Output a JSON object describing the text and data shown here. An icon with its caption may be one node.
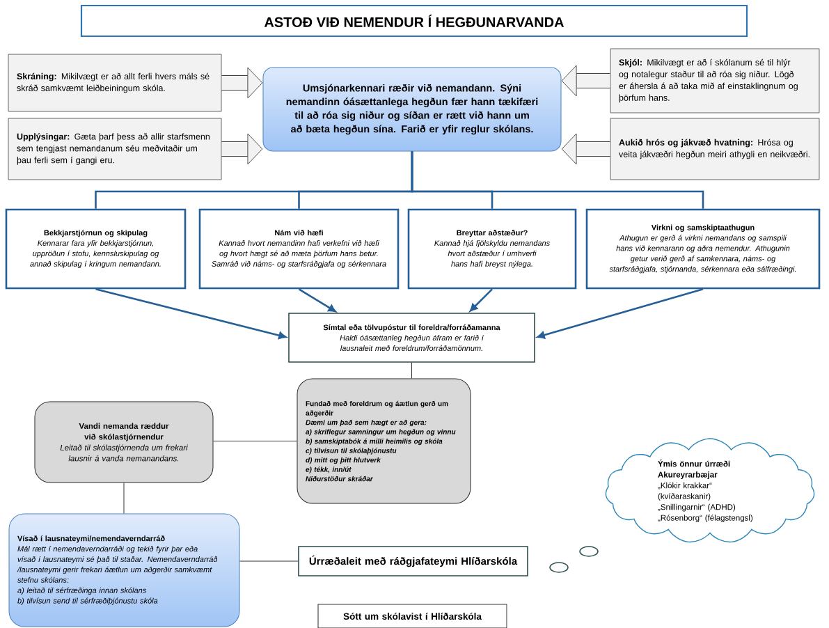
{
  "diagram": {
    "title": "ASTOÐ VIÐ NEMENDUR Í HEGÐUNARVANDA",
    "nodes": [
      {
        "text": [
          "**Skráning:** Mikilvægt er að allt ferli hvers máls sé skráð samkvæmt leiðbeiningum skóla."
        ]
      },
      {
        "text": [
          "**Upplýsingar:** Gæta þarf þess að allir starfsmenn sem tengjast nemandanum séu meðvitaðir um þau ferli sem í gangi eru."
        ]
      },
      {
        "text": [
          "Umsjónarkennari ræðir við nemandann. Sýni nemandinn óásættanlega hegðun fær hann tækifæri til að róa sig niður og síðan er rætt við hann um að bæta hegðun sína. Farið er yfir reglur skólans."
        ]
      },
      {
        "text": [
          "**Skjól:** Mikilvægt er að í skólanum sé til hlýr og notalegur staður til að róa sig niður. Lögð er áhersla á að taka mið af einstaklingnum og þörfum hans."
        ]
      },
      {
        "text": [
          "**Aukið hrós og jákvæð hvatning:** Hrósa og veita jákvæðri hegðun meiri athygli en neikvæðri."
        ]
      },
      {
        "text": [
          "Bekkjarstjórnun og skipulag",
          "Kennarar fara yfir bekkjarstjórnun, uppröðun í stofu, kennsluskipulag og annað skipulag í kringum nemandann."
        ]
      },
      {
        "text": [
          "Nám við hæfi",
          "Kannað hvort nemandinn hafi verkefni við hæfi og hvort hægt sé að mæta þörfum hans betur. Samráð við náms- og starfsráðgjafa og sérkennara"
        ]
      },
      {
        "text": [
          "Breyttar aðstæður?",
          "Kannað hjá fjölskyldu nemandans hvort aðstæður í umhverfi hans hafi breyst nýlega."
        ]
      },
      {
        "text": [
          "Virkni og samskiptaathugun",
          "Athugun er gerð á virkni nemandans og samspili hans við kennarann og aðra nemendur. Athugunin getur verið gerð af samkennara, náms- og starfsráðgjafa, stjórnanda, sérkennara eða sálfræðingi."
        ]
      },
      {
        "text": [
          "Símtal eða tölvupóstur til foreldra/forráðamanna",
          "Haldi óásættanleg hegðun áfram er farið í lausnaleit með foreldrum/forráðamönnum."
        ]
      },
      {
        "text": [
          "Fundað með foreldrum og áætlun gerð um aðgerðir",
          "Dæmi um það sem hægt er að gera:",
          "a) skriflegur samningur um hegðun og vinnu",
          "b) samskiptabók á milli heimilis og skóla",
          "c) tilvísun til skólaþjónustu",
          "d) mitt og þitt hlutverk",
          "e) tékk, inn/út",
          "Niðurstöður skráðar"
        ]
      },
      {
        "text": [
          "Vandi nemanda ræddur við skólastjórnendur",
          "Leitað til skólastjórnenda um frekari lausnir á vanda nemanandans."
        ]
      },
      {
        "text": [
          "Vísað í lausnateymi/nemendaverndarráð",
          "Mál rætt í nemendaverndarráði og tekið fyrir þar eða vísað í lausnateymi sé það til staðar. Nemendaverndarráð /lausnateymi gerir frekari áætlun um aðgerðir samkvæmt stefnu skólans:",
          "a) leitað til sérfræðinga innan skólans",
          "b) tilvísun send til sérfræðiþjónustu skóla"
        ]
      },
      {
        "text": [
          "Úrræðaleit með ráðgjafateymi Hlíðarskóla"
        ]
      },
      {
        "text": [
          "Sótt um skólavist í Hlíðarskóla"
        ]
      },
      {
        "text": [
          "Ýmis önnur úrræði Akureyrarbæjar",
          "„Klókir krakkar“ (kvíðaraskanir)",
          "„Snillingarnir“ (ADHD)",
          "„Rósenborg“ (félagstengsl)"
        ]
      }
    ],
    "edges": [
      {
        "from": 0,
        "to": 2,
        "arrow": "to",
        "style": "thick",
        "color": "#404040"
      },
      {
        "from": 1,
        "to": 2,
        "arrow": "to",
        "style": "thick",
        "color": "#404040"
      },
      {
        "from": 3,
        "to": 2,
        "arrow": "to",
        "style": "thick",
        "color": "#404040"
      },
      {
        "from": 4,
        "to": 2,
        "arrow": "to",
        "style": "thick",
        "color": "#404040"
      },
      {
        "from": 2,
        "to": 5,
        "arrow": "none"
      },
      {
        "from": 2,
        "to": 6,
        "arrow": "none"
      },
      {
        "from": 2,
        "to": 7,
        "arrow": "none"
      },
      {
        "from": 2,
        "to": 8,
        "arrow": "none"
      },
      {
        "from": 5,
        "to": 9,
        "arrow": "to"
      },
      {
        "from": 6,
        "to": 9,
        "arrow": "to"
      },
      {
        "from": 7,
        "to": 9,
        "arrow": "to"
      },
      {
        "from": 8,
        "to": 9,
        "arrow": "to"
      },
      {
        "from": 9,
        "to": 10,
        "arrow": "none",
        "color": "#333333"
      },
      {
        "from": 10,
        "to": 11,
        "arrow": "none",
        "color": "#333333"
      },
      {
        "from": 11,
        "to": 12,
        "arrow": "none",
        "color": "#333333"
      },
      {
        "from": 12,
        "to": 13,
        "arrow": "none",
        "color": "#333333"
      }
    ]
  }
}
